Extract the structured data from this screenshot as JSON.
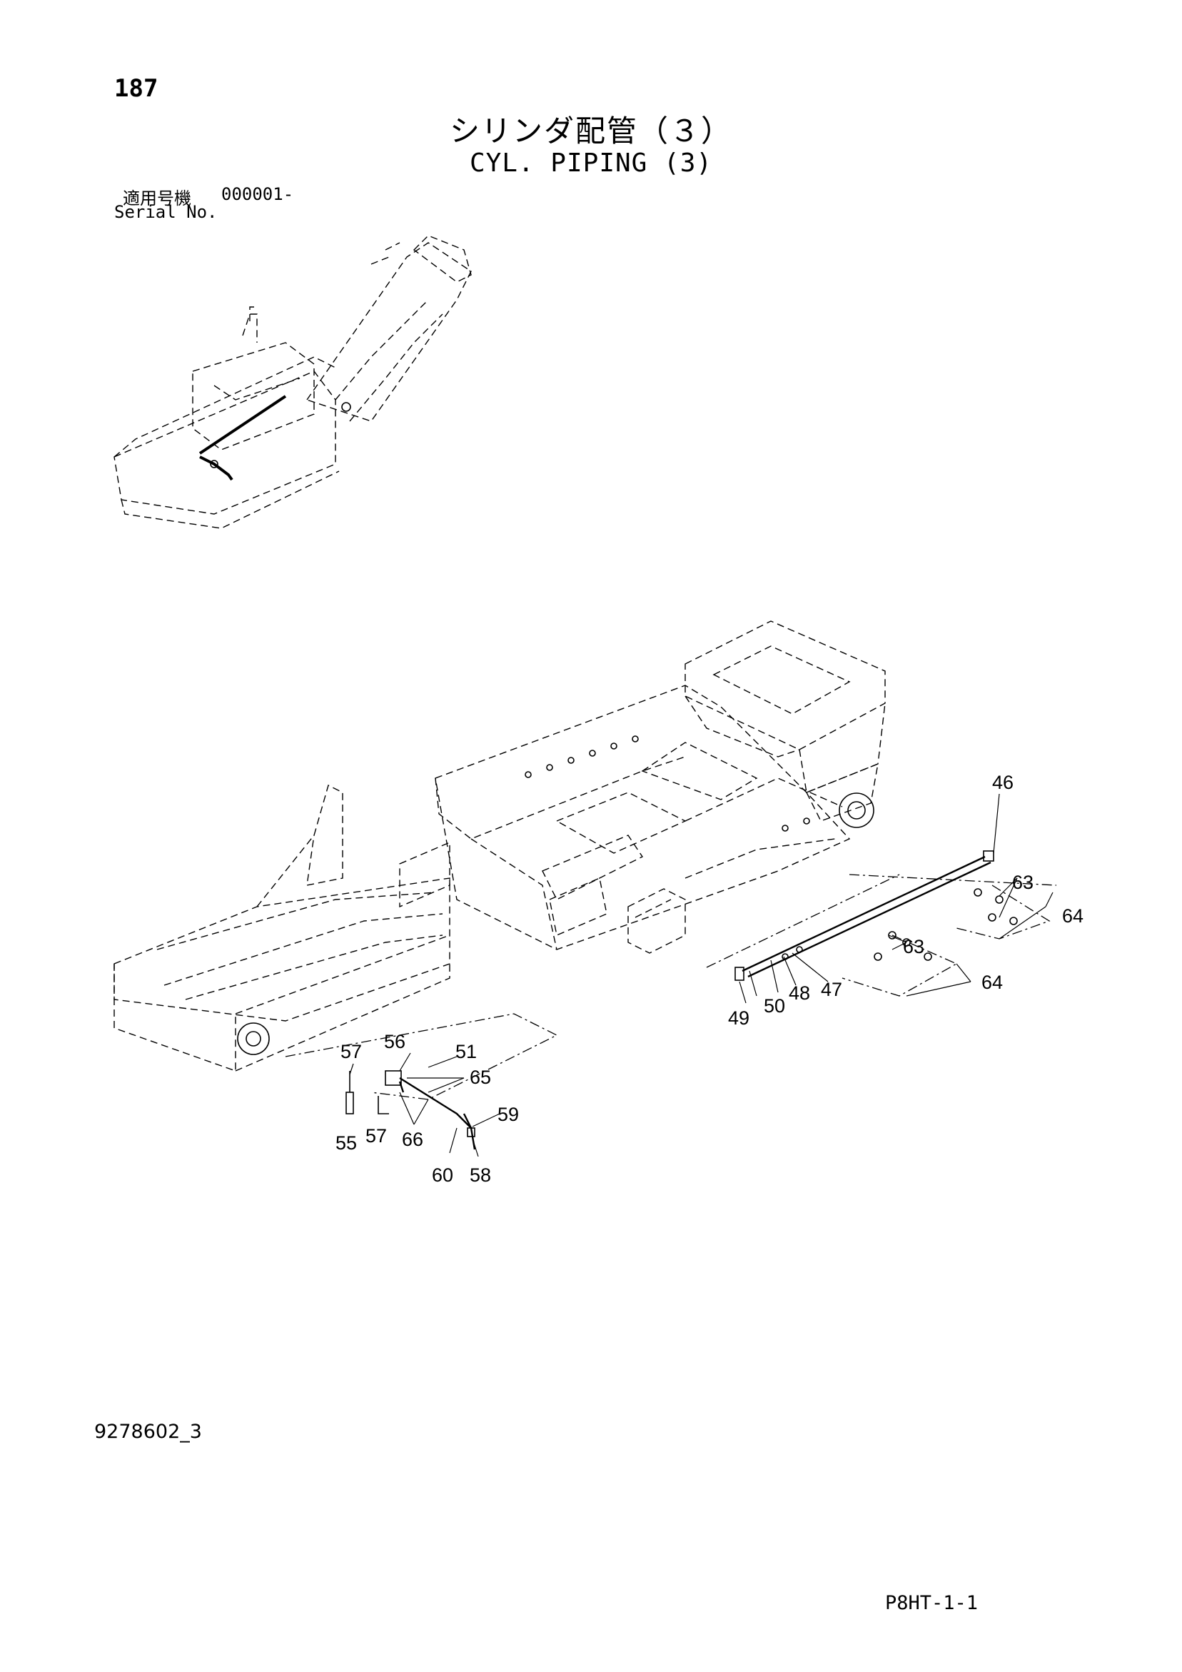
{
  "header": {
    "page_number": "187",
    "title_ja": "シリンダ配管（３）",
    "title_en": "CYL. PIPING (3)"
  },
  "serial": {
    "label_ja": "適用号機",
    "value": "000001-",
    "label_en": "Serial No."
  },
  "footer": {
    "doc_id": "9278602_3",
    "page_code": "P8HT-1-1"
  },
  "callouts": {
    "c46": "46",
    "c63a": "63",
    "c64a": "64",
    "c63b": "63",
    "c64b": "64",
    "c47": "47",
    "c48": "48",
    "c50": "50",
    "c49": "49",
    "c57a": "57",
    "c56": "56",
    "c51": "51",
    "c65": "65",
    "c59": "59",
    "c55": "55",
    "c57b": "57",
    "c66": "66",
    "c60": "60",
    "c58": "58"
  }
}
